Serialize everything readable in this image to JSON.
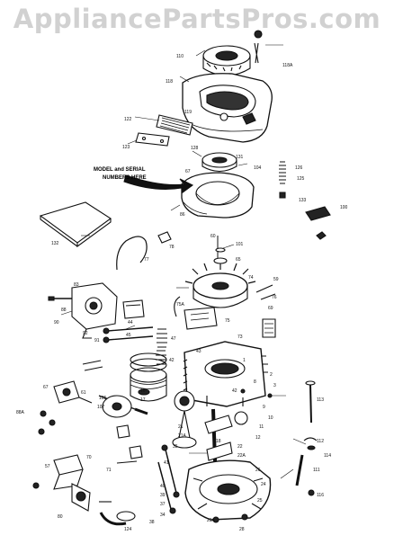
{
  "watermark": "AppliancePartsPros.com",
  "diagram": {
    "note_line1": "MODEL and SERIAL",
    "note_line2": "NUMBERS HERE",
    "part_labels": [
      "110",
      "118",
      "118A",
      "119",
      "122",
      "123",
      "128",
      "131",
      "104",
      "67",
      "86",
      "126",
      "133",
      "125",
      "100",
      "132",
      "78",
      "77",
      "60",
      "101",
      "65",
      "74",
      "76",
      "83",
      "90",
      "91",
      "92",
      "75A",
      "75",
      "44",
      "45",
      "47",
      "42",
      "43",
      "73",
      "69",
      "59",
      "88",
      "67",
      "61",
      "88A",
      "17",
      "16",
      "105",
      "107",
      "113",
      "112",
      "114",
      "111",
      "116",
      "21",
      "21A",
      "22",
      "22A",
      "26",
      "24",
      "25",
      "25A",
      "28",
      "18",
      "35",
      "41",
      "40",
      "39",
      "37",
      "34",
      "38",
      "42",
      "70",
      "71",
      "57",
      "80",
      "8",
      "9",
      "10",
      "11",
      "12",
      "124",
      "1",
      "2",
      "3"
    ]
  }
}
